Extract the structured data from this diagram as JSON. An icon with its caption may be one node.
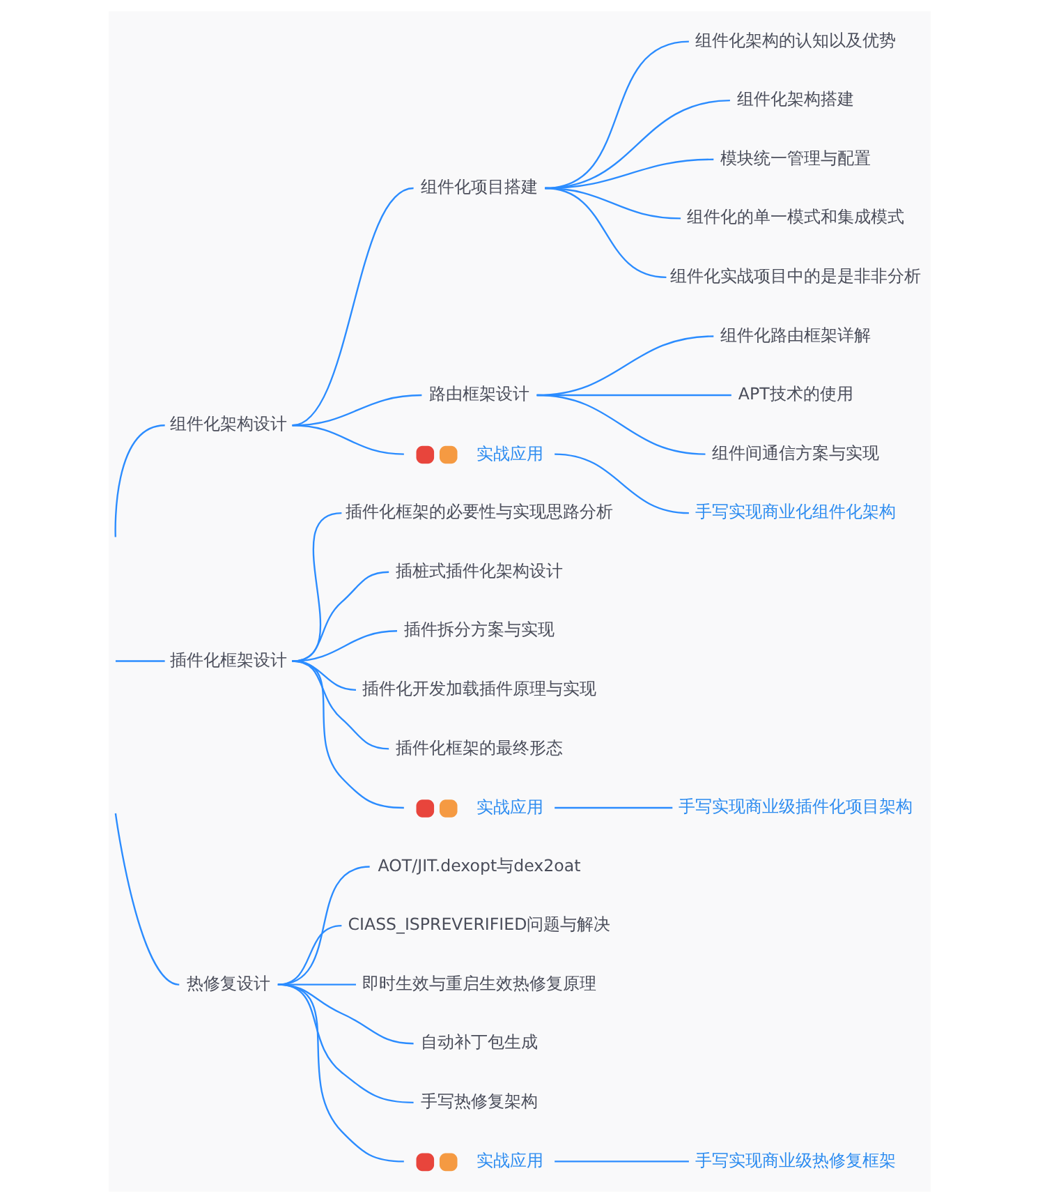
{
  "diagram": {
    "nodes": [
      {
        "text": [
          "组件化架构设计"
        ]
      },
      {
        "text": [
          "组件化项目搭建"
        ]
      },
      {
        "text": [
          "组件化架构的认知以及优势"
        ]
      },
      {
        "text": [
          "组件化架构搭建"
        ]
      },
      {
        "text": [
          "模块统一管理与配置"
        ]
      },
      {
        "text": [
          "组件化的单一模式和集成模式"
        ]
      },
      {
        "text": [
          "组件化实战项目中的是是非非分析"
        ]
      },
      {
        "text": [
          "路由框架设计"
        ]
      },
      {
        "text": [
          "组件化路由框架详解"
        ]
      },
      {
        "text": [
          "APT技术的使用"
        ]
      },
      {
        "text": [
          "组件间通信方案与实现"
        ]
      },
      {
        "text": [
          "实战应用"
        ]
      },
      {
        "text": [
          "手写实现商业化组件化架构"
        ]
      },
      {
        "text": [
          "插件化框架设计"
        ]
      },
      {
        "text": [
          "插件化框架的必要性与实现思路分析"
        ]
      },
      {
        "text": [
          "插桩式插件化架构设计"
        ]
      },
      {
        "text": [
          "插件拆分方案与实现"
        ]
      },
      {
        "text": [
          "插件化开发加载插件原理与实现"
        ]
      },
      {
        "text": [
          "插件化框架的最终形态"
        ]
      },
      {
        "text": [
          "实战应用"
        ]
      },
      {
        "text": [
          "手写实现商业级插件化项目架构"
        ]
      },
      {
        "text": [
          "热修复设计"
        ]
      },
      {
        "text": [
          "AOT/JIT.dexopt与dex2oat"
        ]
      },
      {
        "text": [
          "CIASS_ISPREVERIFIED问题与解决"
        ]
      },
      {
        "text": [
          "即时生效与重启生效热修复原理"
        ]
      },
      {
        "text": [
          "自动补丁包生成"
        ]
      },
      {
        "text": [
          "手写热修复架构"
        ]
      },
      {
        "text": [
          "实战应用"
        ]
      },
      {
        "text": [
          "手写实现商业级热修复框架"
        ]
      }
    ],
    "edges": [
      {
        "from": null,
        "to": 0,
        "arrow": "none"
      },
      {
        "from": 0,
        "to": 1,
        "arrow": "none"
      },
      {
        "from": 1,
        "to": 2,
        "arrow": "none"
      },
      {
        "from": 1,
        "to": 3,
        "arrow": "none"
      },
      {
        "from": 1,
        "to": 4,
        "arrow": "none"
      },
      {
        "from": 1,
        "to": 5,
        "arrow": "none"
      },
      {
        "from": 1,
        "to": 6,
        "arrow": "none"
      },
      {
        "from": 0,
        "to": 7,
        "arrow": "none"
      },
      {
        "from": 7,
        "to": 8,
        "arrow": "none"
      },
      {
        "from": 7,
        "to": 9,
        "arrow": "none"
      },
      {
        "from": 7,
        "to": 10,
        "arrow": "none"
      },
      {
        "from": 0,
        "to": 11,
        "arrow": "none"
      },
      {
        "from": 11,
        "to": 12,
        "arrow": "none"
      },
      {
        "from": null,
        "to": 13,
        "arrow": "none"
      },
      {
        "from": 13,
        "to": 14,
        "arrow": "none"
      },
      {
        "from": 13,
        "to": 15,
        "arrow": "none"
      },
      {
        "from": 13,
        "to": 16,
        "arrow": "none"
      },
      {
        "from": 13,
        "to": 17,
        "arrow": "none"
      },
      {
        "from": 13,
        "to": 18,
        "arrow": "none"
      },
      {
        "from": 13,
        "to": 19,
        "arrow": "none"
      },
      {
        "from": 19,
        "to": 20,
        "arrow": "none"
      },
      {
        "from": null,
        "to": 21,
        "arrow": "none"
      },
      {
        "from": 21,
        "to": 22,
        "arrow": "none"
      },
      {
        "from": 21,
        "to": 23,
        "arrow": "none"
      },
      {
        "from": 21,
        "to": 24,
        "arrow": "none"
      },
      {
        "from": 21,
        "to": 25,
        "arrow": "none"
      },
      {
        "from": 21,
        "to": 26,
        "arrow": "none"
      },
      {
        "from": 21,
        "to": 27,
        "arrow": "none"
      },
      {
        "from": 27,
        "to": 28,
        "arrow": "none"
      }
    ]
  }
}
